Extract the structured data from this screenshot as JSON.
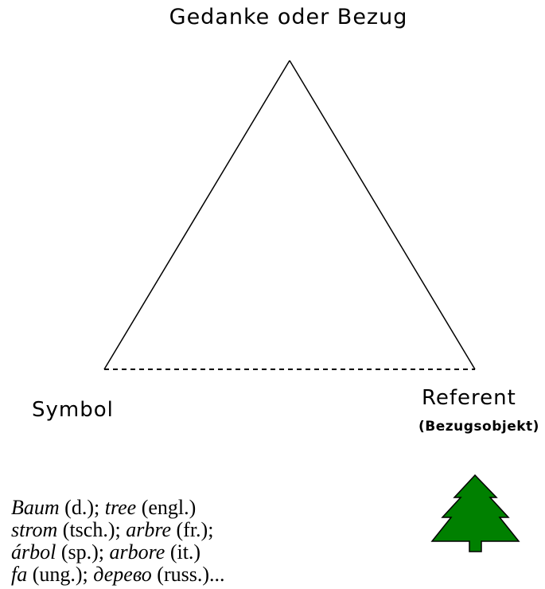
{
  "diagram": {
    "apex_label": "Gedanke oder Bezug",
    "left_label": "Symbol",
    "right_label": "Referent",
    "right_sublabel": "(Bezugsobjekt)",
    "tree_color": "#008000",
    "tree_icon": "fir-tree-icon"
  },
  "words": [
    [
      {
        "t": "Baum",
        "i": true
      },
      {
        "t": " (d.); ",
        "i": false
      },
      {
        "t": "tree",
        "i": true
      },
      {
        "t": " (engl.)",
        "i": false
      }
    ],
    [
      {
        "t": "strom",
        "i": true
      },
      {
        "t": " (tsch.); ",
        "i": false
      },
      {
        "t": "arbre",
        "i": true
      },
      {
        "t": " (fr.);",
        "i": false
      }
    ],
    [
      {
        "t": "árbol",
        "i": true
      },
      {
        "t": " (sp.); ",
        "i": false
      },
      {
        "t": "arbore",
        "i": true
      },
      {
        "t": " (it.)",
        "i": false
      }
    ],
    [
      {
        "t": "fa",
        "i": true
      },
      {
        "t": " (ung.); ",
        "i": false
      },
      {
        "t": "дерево",
        "i": true
      },
      {
        "t": " (russ.)...",
        "i": false
      }
    ]
  ]
}
